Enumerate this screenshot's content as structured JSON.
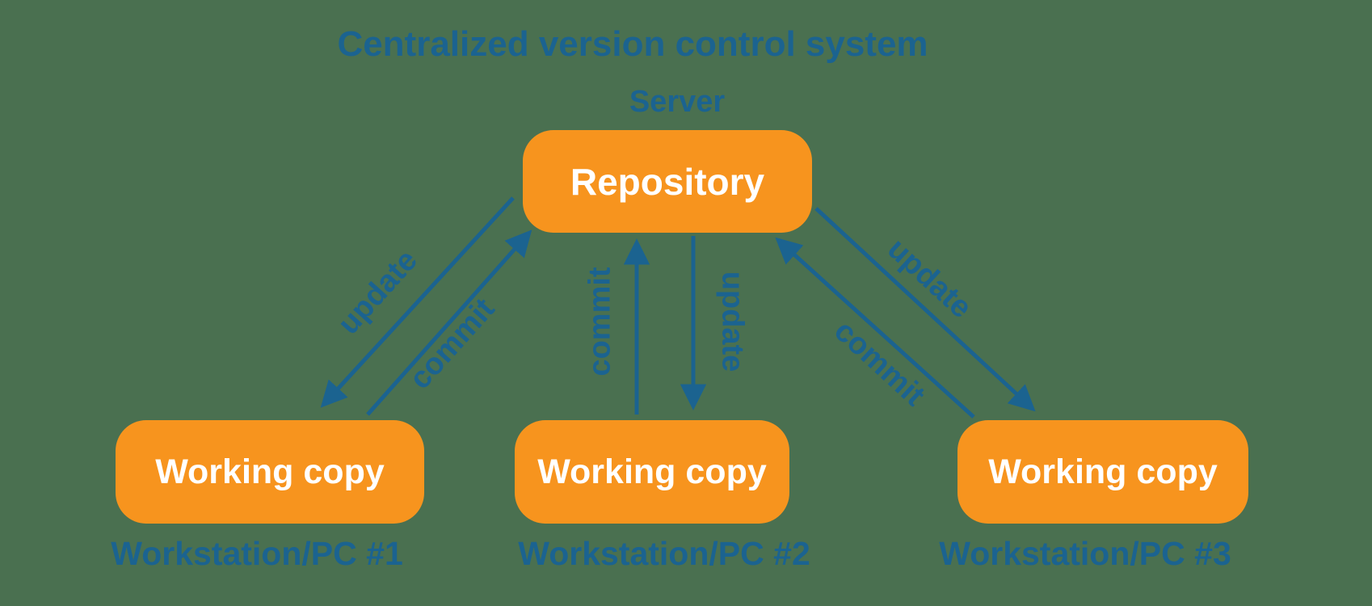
{
  "colors": {
    "background": "#4A7050",
    "orange": "#F7941E",
    "blue": "#1B6390",
    "node_text": "#FFFFFF"
  },
  "title": "Centralized version control system",
  "server": {
    "caption": "Server",
    "node_label": "Repository"
  },
  "workstations": [
    {
      "node_label": "Working copy",
      "caption": "Workstation/PC #1"
    },
    {
      "node_label": "Working copy",
      "caption": "Workstation/PC #2"
    },
    {
      "node_label": "Working copy",
      "caption": "Workstation/PC #3"
    }
  ],
  "edges": [
    {
      "label": "update",
      "direction": "repository-to-workstation-1"
    },
    {
      "label": "commit",
      "direction": "workstation-1-to-repository"
    },
    {
      "label": "commit",
      "direction": "workstation-2-to-repository"
    },
    {
      "label": "update",
      "direction": "repository-to-workstation-2"
    },
    {
      "label": "update",
      "direction": "repository-to-workstation-3"
    },
    {
      "label": "commit",
      "direction": "workstation-3-to-repository"
    }
  ]
}
